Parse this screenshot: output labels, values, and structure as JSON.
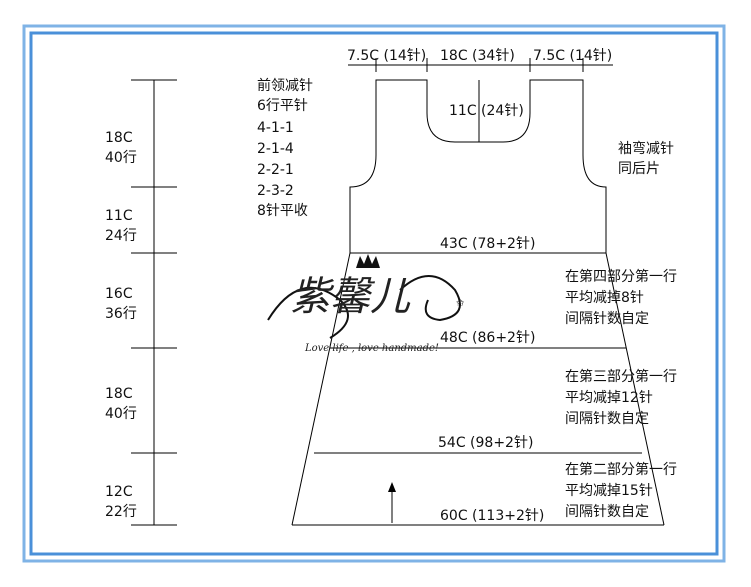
{
  "top": {
    "left_shoulder": "7.5C (14针)",
    "center_neck": "18C (34针)",
    "right_shoulder": "7.5C (14针)",
    "neck_depth": "11C (24针)"
  },
  "side_scale": [
    {
      "cm": "18C",
      "rows": "40行"
    },
    {
      "cm": "11C",
      "rows": "24行"
    },
    {
      "cm": "16C",
      "rows": "36行"
    },
    {
      "cm": "18C",
      "rows": "40行"
    },
    {
      "cm": "12C",
      "rows": "22行"
    }
  ],
  "neck_shaping": {
    "title": "前领减针",
    "lines": [
      "6行平针",
      "4-1-1",
      "2-1-4",
      "2-2-1",
      "2-3-2",
      "8针平收"
    ]
  },
  "armhole_note": [
    "袖弯减针",
    "同后片"
  ],
  "widths": {
    "w1": "43C (78+2针)",
    "w2": "48C (86+2针)",
    "w3": "54C (98+2针)",
    "w4": "60C (113+2针)"
  },
  "notes": {
    "section4": [
      "在第四部分第一行",
      "平均减掉8针",
      "间隔针数自定"
    ],
    "section3": [
      "在第三部分第一行",
      "平均减掉12针",
      "间隔针数自定"
    ],
    "section2": [
      "在第二部分第一行",
      "平均减掉15针",
      "间隔针数自定"
    ]
  },
  "watermark": {
    "script": "紫馨儿",
    "tagline": "Love life , love handmade!"
  },
  "colors": {
    "frame_outer": "#7fb3e6",
    "frame_inner": "#4a90d9",
    "line": "#000000"
  }
}
